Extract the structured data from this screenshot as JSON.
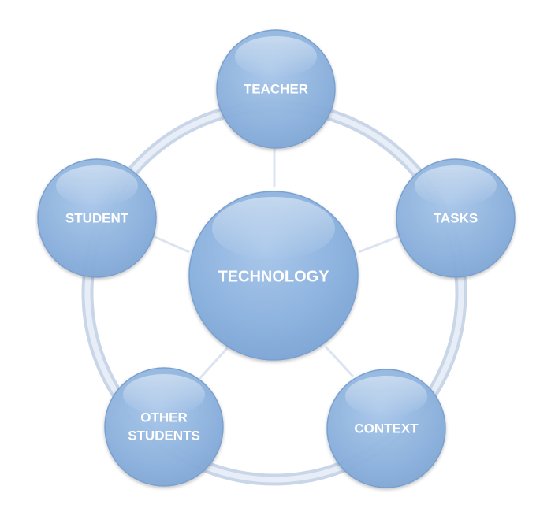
{
  "diagram": {
    "center": {
      "label": "TECHNOLOGY"
    },
    "nodes": [
      {
        "id": "teacher",
        "lines": [
          "TEACHER"
        ]
      },
      {
        "id": "tasks",
        "lines": [
          "TASKS"
        ]
      },
      {
        "id": "context",
        "lines": [
          "CONTEXT"
        ]
      },
      {
        "id": "other-students",
        "lines": [
          "OTHER",
          "STUDENTS"
        ]
      },
      {
        "id": "student",
        "lines": [
          "STUDENT"
        ]
      }
    ],
    "colors": {
      "node_fill": "#8fb4df",
      "node_stroke": "#6f97c7",
      "ring": "#d7e1ef",
      "connector": "#d9e3f0",
      "label": "#ffffff"
    }
  }
}
